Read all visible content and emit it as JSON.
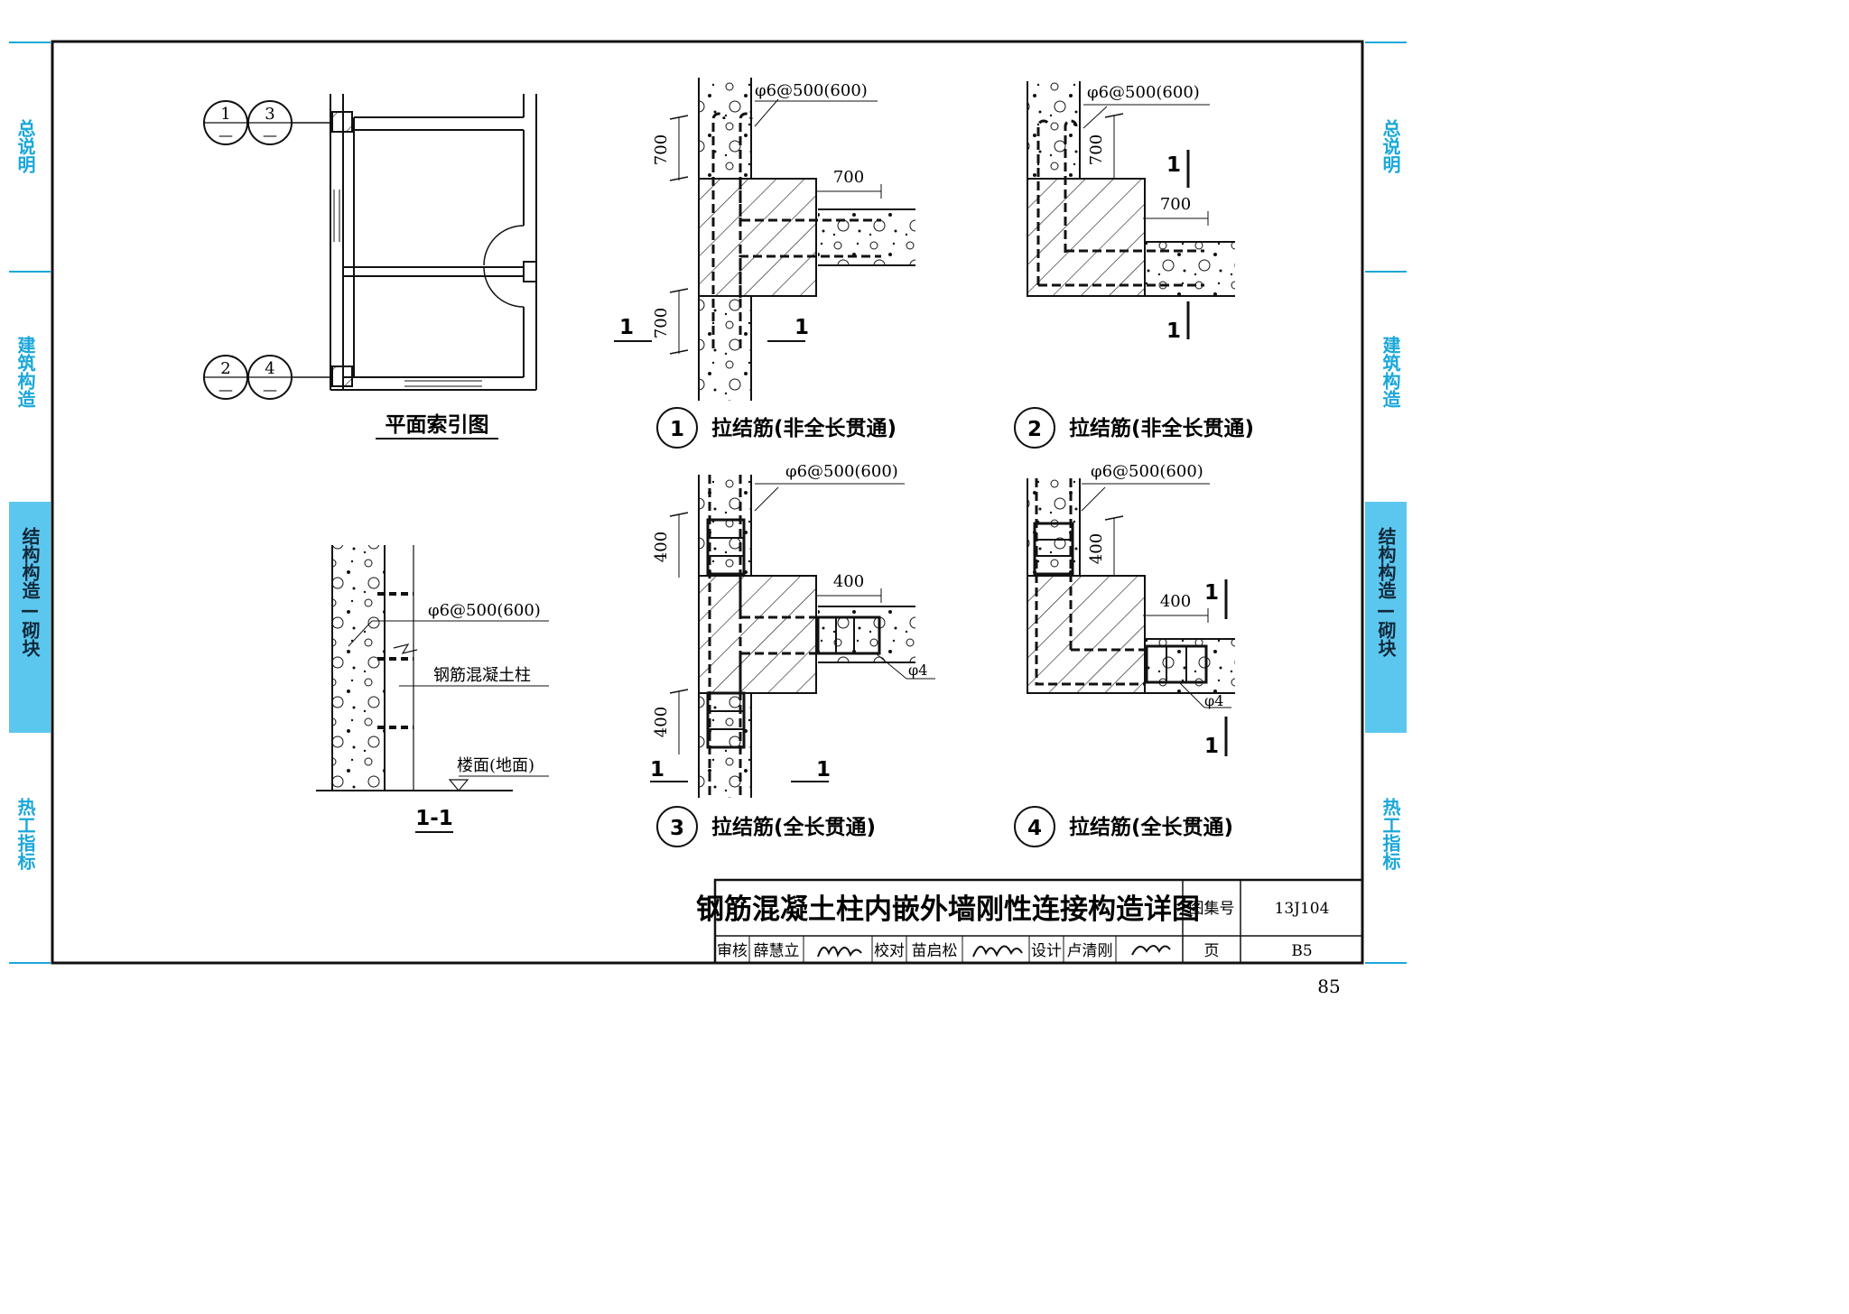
{
  "side_tabs": {
    "general": "总说明",
    "construction": "建筑构造",
    "structure": "结构构造—砌块",
    "thermal": "热工指标"
  },
  "plan": {
    "title": "平面索引图",
    "markers": [
      "1",
      "3",
      "2",
      "4"
    ],
    "marker_sub": "—"
  },
  "section_1_1": {
    "rebar": "φ6@500(600)",
    "column": "钢筋混凝土柱",
    "floor": "楼面(地面)",
    "title": "1-1"
  },
  "details": [
    {
      "num": "1",
      "caption": "拉结筋(非全长贯通)",
      "rebar": "φ6@500(600)",
      "dims": [
        "700",
        "700",
        "700"
      ],
      "cut": "1"
    },
    {
      "num": "2",
      "caption": "拉结筋(非全长贯通)",
      "rebar": "φ6@500(600)",
      "dims": [
        "700",
        "700"
      ],
      "cut": "1"
    },
    {
      "num": "3",
      "caption": "拉结筋(全长贯通)",
      "rebar": "φ6@500(600)",
      "dims": [
        "400",
        "400",
        "400"
      ],
      "tie": "φ4",
      "cut": "1"
    },
    {
      "num": "4",
      "caption": "拉结筋(全长贯通)",
      "rebar": "φ6@500(600)",
      "dims": [
        "400",
        "400"
      ],
      "tie": "φ4",
      "cut": "1"
    }
  ],
  "title_block": {
    "title": "钢筋混凝土柱内嵌外墙刚性连接构造详图",
    "atlas_label": "图集号",
    "atlas_no": "13J104",
    "review_label": "审核",
    "reviewer": "薛慧立",
    "check_label": "校对",
    "checker": "苗启松",
    "design_label": "设计",
    "designer": "卢清刚",
    "page_label": "页",
    "page": "B5"
  },
  "page_number": "85",
  "colors": {
    "accent": "#1aa7d9",
    "accent_fill": "#5cc7ee",
    "ink": "#111111"
  }
}
